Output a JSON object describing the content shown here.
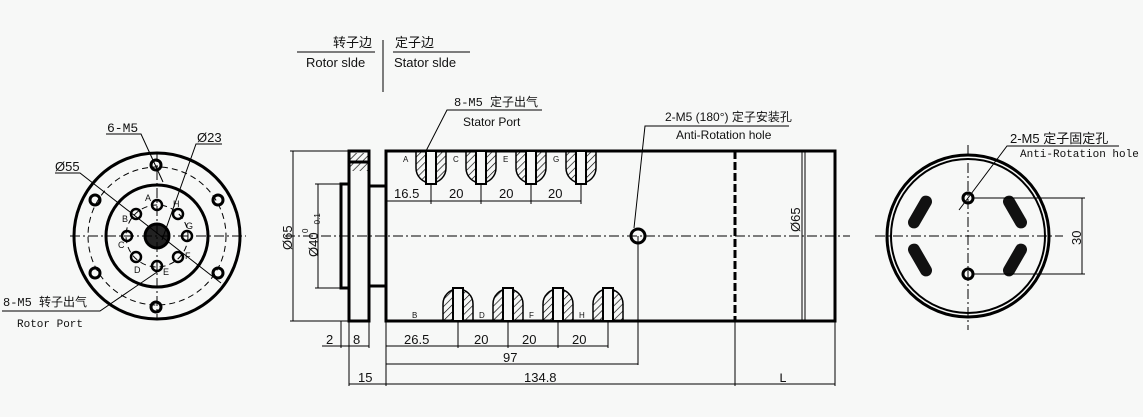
{
  "legend": {
    "rotor_cn": "转子边",
    "rotor_en": "Rotor slde",
    "stator_cn": "定子边",
    "stator_en": "Stator slde"
  },
  "front_view": {
    "holes_label": "6-M5",
    "d_pcd": "Ø55",
    "d_inner": "Ø23",
    "port_label_cn": "8-M5 转子出气",
    "port_label_en": "Rotor Port",
    "port_letters": [
      "A",
      "H",
      "G",
      "F",
      "E",
      "D",
      "C",
      "B"
    ]
  },
  "side_view": {
    "stator_port_cn": "8-M5 定子出气",
    "stator_port_en": "Stator Port",
    "anti_rot_cn": "2-M5 (180°) 定子安装孔",
    "anti_rot_en": "Anti-Rotation hole",
    "top_letters": [
      "A",
      "C",
      "E",
      "G"
    ],
    "bottom_letters": [
      "B",
      "D",
      "F",
      "H"
    ],
    "dim_d65_left": "Ø65",
    "dim_d40": "Ø40",
    "dim_d40_tol_upper": "0",
    "dim_d40_tol_lower": "-0.1",
    "dim_d65_right": "Ø65",
    "dim_top": [
      "16.5",
      "20",
      "20",
      "20"
    ],
    "dim_bottom": [
      "2",
      "8",
      "26.5",
      "20",
      "20",
      "20"
    ],
    "dim_97": "97",
    "dim_15": "15",
    "dim_134": "134.8",
    "dim_L": "L"
  },
  "end_view": {
    "label_cn": "2-M5 定子固定孔",
    "label_en": "Anti-Rotation hole",
    "dim_30": "30"
  }
}
